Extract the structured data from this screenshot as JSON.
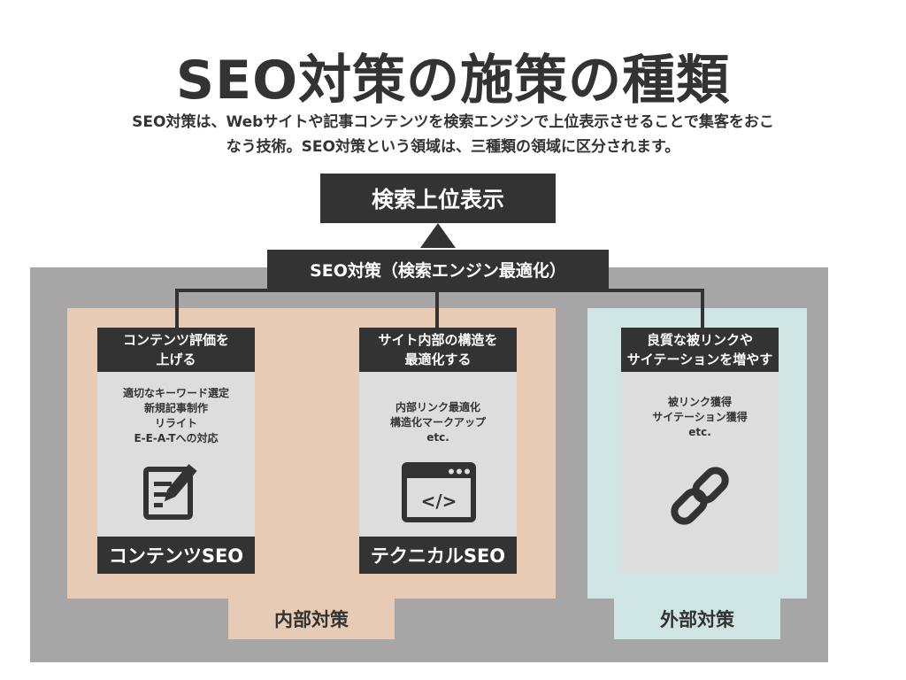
{
  "title": "SEO対策の施策の種類",
  "subtitle": {
    "line1": "SEO対策は、Webサイトや記事コンテンツを検索エンジンで上位表示させることで集客をおこ",
    "line2": "なう技術。SEO対策という領域は、三種類の領域に区分されます。"
  },
  "top_box": "検索上位表示",
  "seo_box": "SEO対策（検索エンジン最適化）",
  "cards": [
    {
      "header_lines": [
        "コンテンツ評価を",
        "上げる"
      ],
      "items": [
        "適切なキーワード選定",
        "新規記事制作",
        "リライト",
        "E-E-A-Tへの対応"
      ],
      "footer": "コンテンツSEO",
      "icon": "document-pen-icon"
    },
    {
      "header_lines": [
        "サイト内部の構造を",
        "最適化する"
      ],
      "items": [
        "内部リンク最適化",
        "構造化マークアップ",
        "etc."
      ],
      "footer": "テクニカルSEO",
      "icon": "code-window-icon"
    },
    {
      "header_lines": [
        "良質な被リンクや",
        "サイテーションを増やす"
      ],
      "items": [
        "被リンク獲得",
        "サイテーション獲得",
        "etc."
      ],
      "footer": "",
      "icon": "chain-link-icon"
    }
  ],
  "areas": {
    "internal": "内部対策",
    "external": "外部対策"
  },
  "colors": {
    "dark": "#333333",
    "gray_area": "#a6a6a6",
    "peach": "#e8cbb4",
    "blue": "#cfe5e3",
    "card": "#dddddd"
  }
}
